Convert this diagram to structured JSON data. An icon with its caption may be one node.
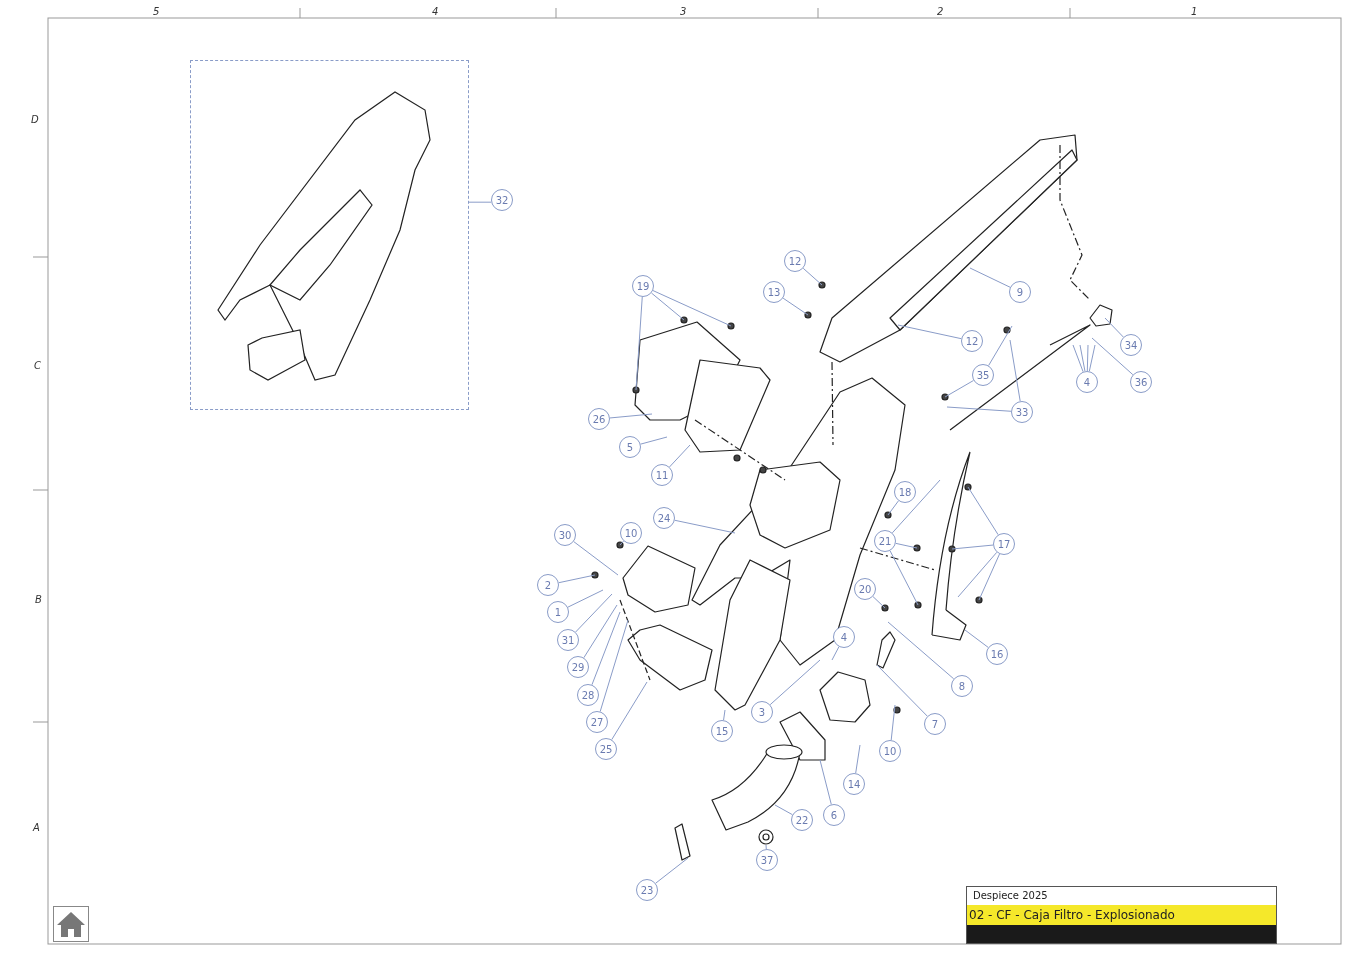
{
  "diagram": {
    "nodes": [
      {
        "text": [],
        "shape": "box"
      },
      {
        "text": [
          "32"
        ]
      },
      {
        "text": [
          "12"
        ]
      },
      {
        "text": [
          "19"
        ]
      },
      {
        "text": [
          "9"
        ]
      },
      {
        "text": [
          "13"
        ]
      },
      {
        "text": [
          "12"
        ]
      },
      {
        "text": [
          "34"
        ]
      },
      {
        "text": [
          "35"
        ]
      },
      {
        "text": [
          "4"
        ]
      },
      {
        "text": [
          "36"
        ]
      },
      {
        "text": [
          "33"
        ]
      },
      {
        "text": [
          "26"
        ]
      },
      {
        "text": [
          "5"
        ]
      },
      {
        "text": [
          "11"
        ]
      },
      {
        "text": [
          "18"
        ]
      },
      {
        "text": [
          "24"
        ]
      },
      {
        "text": [
          "10"
        ]
      },
      {
        "text": [
          "30"
        ]
      },
      {
        "text": [
          "21"
        ]
      },
      {
        "text": [
          "17"
        ]
      },
      {
        "text": [
          "2"
        ]
      },
      {
        "text": [
          "20"
        ]
      },
      {
        "text": [
          "1"
        ]
      },
      {
        "text": [
          "4"
        ]
      },
      {
        "text": [
          "31"
        ]
      },
      {
        "text": [
          "16"
        ]
      },
      {
        "text": [
          "29"
        ]
      },
      {
        "text": [
          "8"
        ]
      },
      {
        "text": [
          "28"
        ]
      },
      {
        "text": [
          "3"
        ]
      },
      {
        "text": [
          "7"
        ]
      },
      {
        "text": [
          "27"
        ]
      },
      {
        "text": [
          "15"
        ]
      },
      {
        "text": [
          "25"
        ]
      },
      {
        "text": [
          "10"
        ]
      },
      {
        "text": [
          "14"
        ]
      },
      {
        "text": [
          "6"
        ]
      },
      {
        "text": [
          "22"
        ]
      },
      {
        "text": [
          "37"
        ]
      },
      {
        "text": [
          "23"
        ]
      }
    ],
    "edges": [
      {
        "from": 1,
        "to": 0,
        "arrow": "none"
      },
      {
        "from": 2,
        "to": null,
        "arrow": "none"
      },
      {
        "from": 3,
        "to": null,
        "arrow": "none"
      },
      {
        "from": 3,
        "to": null,
        "arrow": "none"
      },
      {
        "from": 3,
        "to": null,
        "arrow": "none"
      },
      {
        "from": 4,
        "to": null,
        "arrow": "none"
      },
      {
        "from": 5,
        "to": null,
        "arrow": "none"
      },
      {
        "from": 6,
        "to": null,
        "arrow": "none"
      },
      {
        "from": 7,
        "to": null,
        "arrow": "none"
      },
      {
        "from": 8,
        "to": null,
        "arrow": "none"
      },
      {
        "from": 8,
        "to": null,
        "arrow": "none"
      },
      {
        "from": 9,
        "to": null,
        "arrow": "none"
      },
      {
        "from": 9,
        "to": null,
        "arrow": "none"
      },
      {
        "from": 9,
        "to": null,
        "arrow": "none"
      },
      {
        "from": 9,
        "to": null,
        "arrow": "none"
      },
      {
        "from": 10,
        "to": null,
        "arrow": "none"
      },
      {
        "from": 11,
        "to": null,
        "arrow": "none"
      },
      {
        "from": 11,
        "to": null,
        "arrow": "none"
      },
      {
        "from": 12,
        "to": null,
        "arrow": "none"
      },
      {
        "from": 13,
        "to": null,
        "arrow": "none"
      },
      {
        "from": 14,
        "to": null,
        "arrow": "none"
      },
      {
        "from": 15,
        "to": null,
        "arrow": "none"
      },
      {
        "from": 16,
        "to": null,
        "arrow": "none"
      },
      {
        "from": 17,
        "to": null,
        "arrow": "none"
      },
      {
        "from": 18,
        "to": null,
        "arrow": "none"
      },
      {
        "from": 19,
        "to": null,
        "arrow": "none"
      },
      {
        "from": 19,
        "to": null,
        "arrow": "none"
      },
      {
        "from": 19,
        "to": null,
        "arrow": "none"
      },
      {
        "from": 20,
        "to": null,
        "arrow": "none"
      },
      {
        "from": 20,
        "to": null,
        "arrow": "none"
      },
      {
        "from": 20,
        "to": null,
        "arrow": "none"
      },
      {
        "from": 20,
        "to": null,
        "arrow": "none"
      },
      {
        "from": 21,
        "to": null,
        "arrow": "none"
      },
      {
        "from": 22,
        "to": null,
        "arrow": "none"
      },
      {
        "from": 23,
        "to": null,
        "arrow": "none"
      },
      {
        "from": 24,
        "to": null,
        "arrow": "none"
      },
      {
        "from": 25,
        "to": null,
        "arrow": "none"
      },
      {
        "from": 26,
        "to": null,
        "arrow": "none"
      },
      {
        "from": 27,
        "to": null,
        "arrow": "none"
      },
      {
        "from": 28,
        "to": null,
        "arrow": "none"
      },
      {
        "from": 29,
        "to": null,
        "arrow": "none"
      },
      {
        "from": 30,
        "to": null,
        "arrow": "none"
      },
      {
        "from": 31,
        "to": null,
        "arrow": "none"
      },
      {
        "from": 32,
        "to": null,
        "arrow": "none"
      },
      {
        "from": 33,
        "to": null,
        "arrow": "none"
      },
      {
        "from": 34,
        "to": null,
        "arrow": "none"
      },
      {
        "from": 35,
        "to": null,
        "arrow": "none"
      },
      {
        "from": 36,
        "to": null,
        "arrow": "none"
      },
      {
        "from": 37,
        "to": null,
        "arrow": "none"
      },
      {
        "from": 38,
        "to": null,
        "arrow": "none"
      },
      {
        "from": 39,
        "to": null,
        "arrow": "none"
      },
      {
        "from": 40,
        "to": null,
        "arrow": "none"
      }
    ],
    "labels": [
      "5",
      "4",
      "3",
      "2",
      "1",
      "D",
      "C",
      "B",
      "A",
      "Despiece 2025",
      "02 - CF - Caja Filtro - Explosionado"
    ]
  }
}
